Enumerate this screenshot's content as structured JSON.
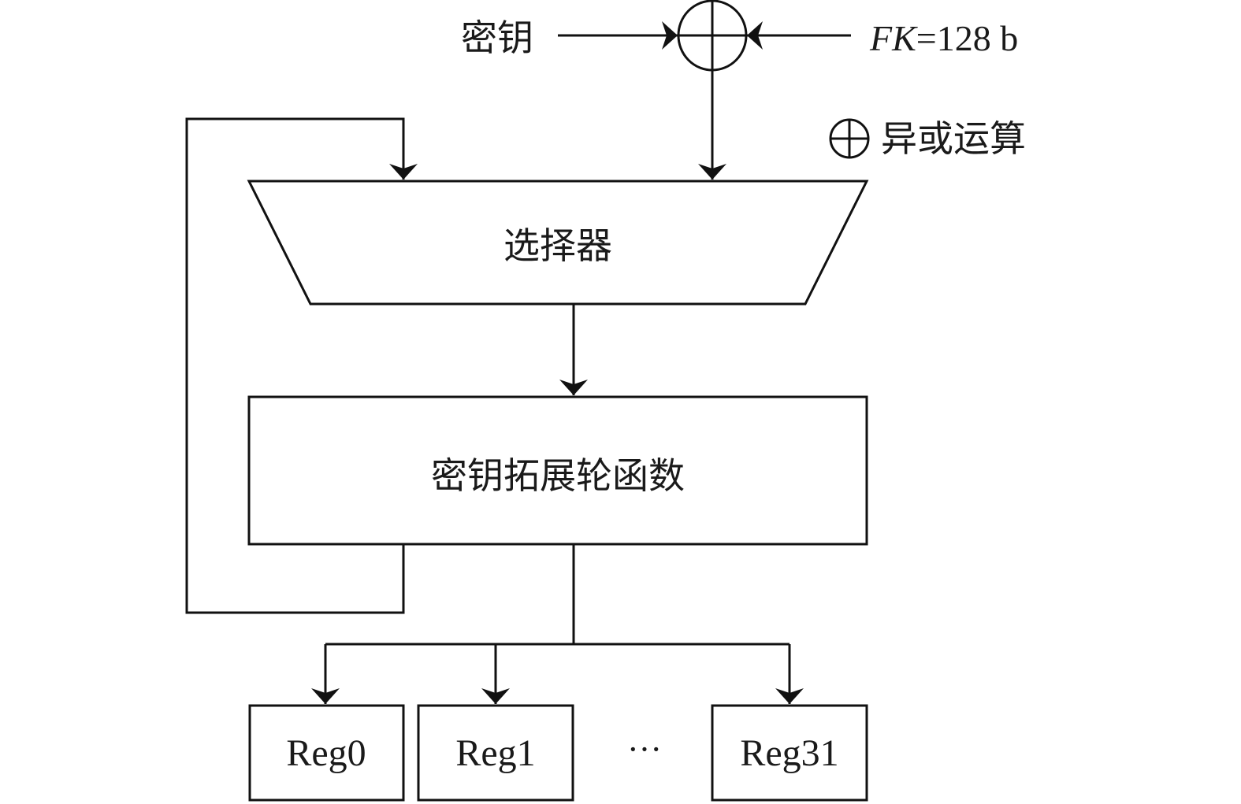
{
  "inputs": {
    "key_label": "密钥",
    "fk_label_italic": "FK",
    "fk_value": "=128 b"
  },
  "legend": {
    "xor_label": "异或运算"
  },
  "blocks": {
    "selector": "选择器",
    "round_function": "密钥拓展轮函数"
  },
  "registers": [
    {
      "label": "Reg0"
    },
    {
      "label": "Reg1"
    },
    {
      "label": "Reg31"
    }
  ],
  "ellipsis": "···"
}
